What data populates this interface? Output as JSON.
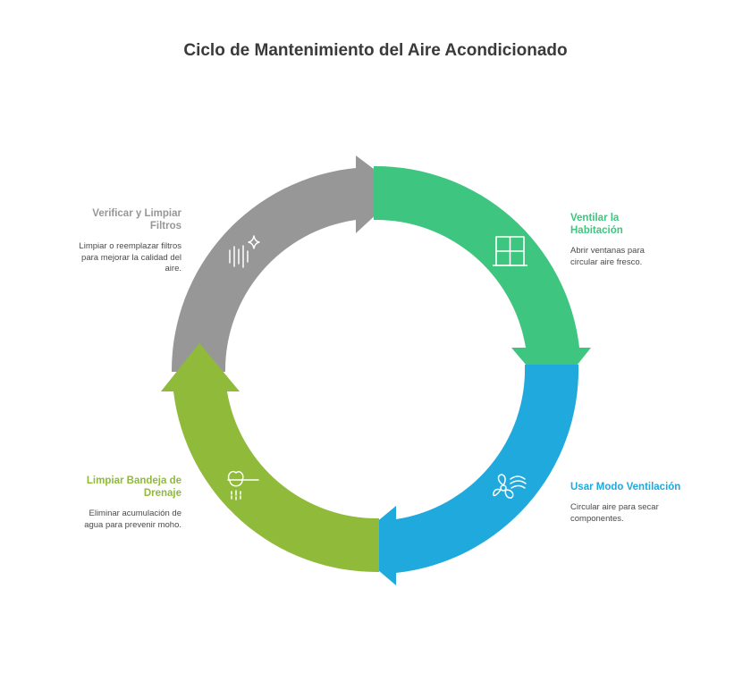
{
  "title": "Ciclo de Mantenimiento del Aire Acondicionado",
  "colors": {
    "green": "#3ec57f",
    "blue": "#20a9dc",
    "olive": "#8fba3a",
    "gray": "#979797"
  },
  "steps": [
    {
      "title": "Ventilar la Habitación",
      "description": "Abrir ventanas para circular aire fresco.",
      "icon": "window-icon",
      "color": "#3ec57f"
    },
    {
      "title": "Usar Modo Ventilación",
      "description": "Circular aire para secar componentes.",
      "icon": "fan-icon",
      "color": "#20a9dc"
    },
    {
      "title": "Limpiar Bandeja de Drenaje",
      "description": "Eliminar acumulación de agua para prevenir moho.",
      "icon": "drain-icon",
      "color": "#8fba3a"
    },
    {
      "title": "Verificar y Limpiar Filtros",
      "description": "Limpiar o reemplazar filtros para mejorar la calidad del aire.",
      "icon": "filter-sparkle-icon",
      "color": "#979797"
    }
  ]
}
